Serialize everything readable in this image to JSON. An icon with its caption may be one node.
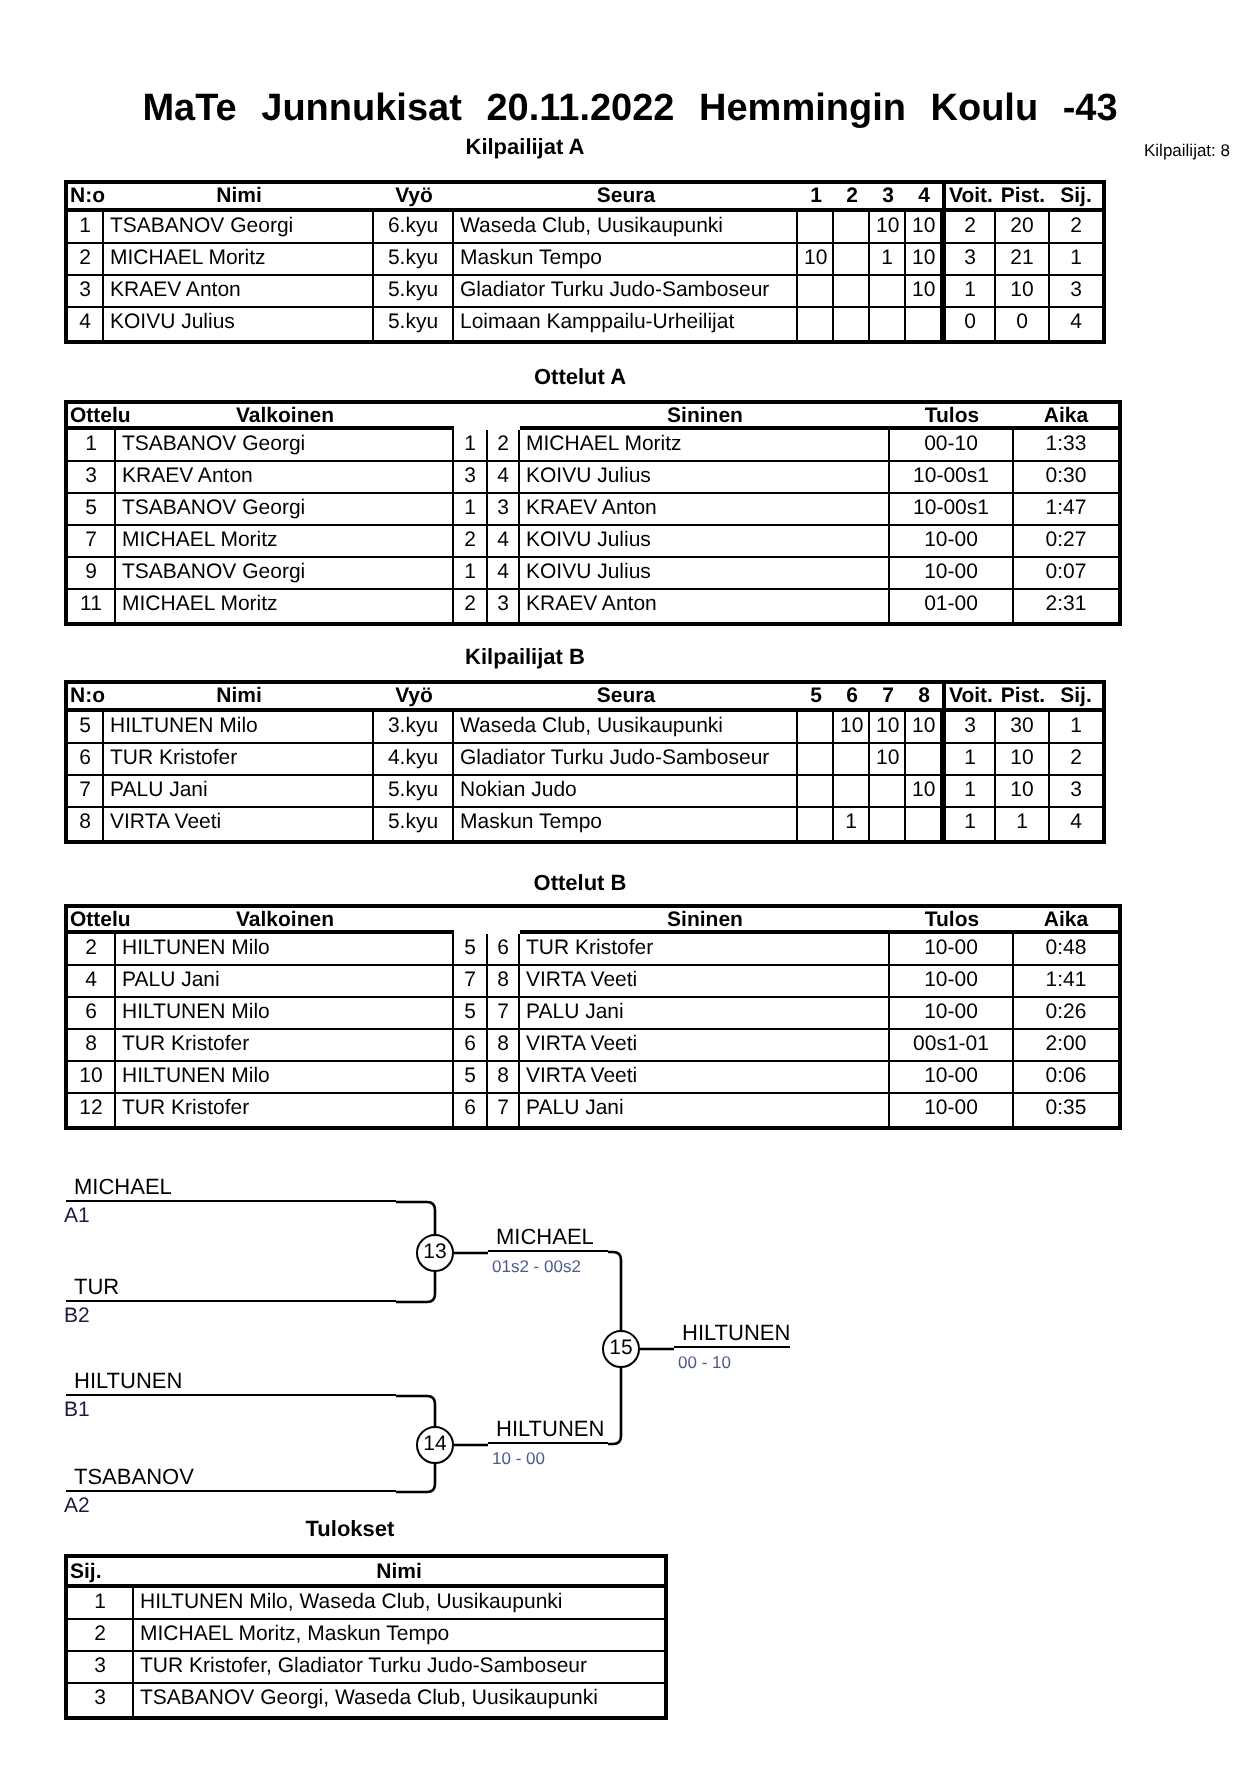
{
  "diagram": {
    "title": "MaTe Junnukisat 20.11.2022 Hemmingin Koulu -43",
    "nodes": [
      {
        "text": [
          "MICHAEL"
        ],
        "beside": [
          "A1"
        ]
      },
      {
        "text": [
          "TUR"
        ],
        "beside": [
          "B2"
        ]
      },
      {
        "text": [
          "HILTUNEN"
        ],
        "beside": [
          "B1"
        ]
      },
      {
        "text": [
          "TSABANOV"
        ],
        "beside": [
          "A2"
        ]
      },
      {
        "text": [
          "13"
        ]
      },
      {
        "text": [
          "14"
        ]
      },
      {
        "text": [
          "MICHAEL"
        ],
        "beside": [
          "01s2 - 00s2"
        ]
      },
      {
        "text": [
          "HILTUNEN"
        ],
        "beside": [
          "10 - 00"
        ]
      },
      {
        "text": [
          "15"
        ]
      },
      {
        "text": [
          "HILTUNEN"
        ],
        "beside": [
          "00 - 10"
        ]
      }
    ],
    "edges": [
      {
        "from": 0,
        "to": 4,
        "arrow": "none"
      },
      {
        "from": 1,
        "to": 4,
        "arrow": "none"
      },
      {
        "from": 2,
        "to": 5,
        "arrow": "none"
      },
      {
        "from": 3,
        "to": 5,
        "arrow": "none"
      },
      {
        "from": 4,
        "to": 6,
        "arrow": "none"
      },
      {
        "from": 5,
        "to": 7,
        "arrow": "none"
      },
      {
        "from": 6,
        "to": 8,
        "arrow": "none"
      },
      {
        "from": 7,
        "to": 8,
        "arrow": "none"
      },
      {
        "from": 8,
        "to": 9,
        "arrow": "none"
      }
    ],
    "labels": [
      "Kilpailijat A",
      "Kilpailijat: 8",
      "N:o",
      "Nimi",
      "Vyö",
      "Seura",
      "1",
      "2",
      "3",
      "4",
      "Voit.",
      "Pist.",
      "Sij.",
      "1",
      "TSABANOV Georgi",
      "6.kyu",
      "Waseda Club, Uusikaupunki",
      "10",
      "10",
      "2",
      "20",
      "2",
      "2",
      "MICHAEL Moritz",
      "5.kyu",
      "Maskun Tempo",
      "10",
      "1",
      "10",
      "3",
      "21",
      "1",
      "3",
      "KRAEV Anton",
      "5.kyu",
      "Gladiator Turku Judo-Samboseur",
      "10",
      "1",
      "10",
      "3",
      "4",
      "KOIVU Julius",
      "5.kyu",
      "Loimaan Kamppailu-Urheilijat",
      "0",
      "0",
      "4",
      "Ottelut A",
      "Ottelu",
      "Valkoinen",
      "Sininen",
      "Tulos",
      "Aika",
      "1",
      "TSABANOV Georgi",
      "1",
      "2",
      "MICHAEL Moritz",
      "00-10",
      "1:33",
      "3",
      "KRAEV Anton",
      "3",
      "4",
      "KOIVU Julius",
      "10-00s1",
      "0:30",
      "5",
      "TSABANOV Georgi",
      "1",
      "3",
      "KRAEV Anton",
      "10-00s1",
      "1:47",
      "7",
      "MICHAEL Moritz",
      "2",
      "4",
      "KOIVU Julius",
      "10-00",
      "0:27",
      "9",
      "TSABANOV Georgi",
      "1",
      "4",
      "KOIVU Julius",
      "10-00",
      "0:07",
      "11",
      "MICHAEL Moritz",
      "2",
      "3",
      "KRAEV Anton",
      "01-00",
      "2:31",
      "Kilpailijat B",
      "N:o",
      "Nimi",
      "Vyö",
      "Seura",
      "5",
      "6",
      "7",
      "8",
      "Voit.",
      "Pist.",
      "Sij.",
      "5",
      "HILTUNEN Milo",
      "3.kyu",
      "Waseda Club, Uusikaupunki",
      "10",
      "10",
      "10",
      "3",
      "30",
      "1",
      "6",
      "TUR Kristofer",
      "4.kyu",
      "Gladiator Turku Judo-Samboseur",
      "10",
      "1",
      "10",
      "2",
      "7",
      "PALU Jani",
      "5.kyu",
      "Nokian Judo",
      "10",
      "1",
      "10",
      "3",
      "8",
      "VIRTA Veeti",
      "5.kyu",
      "Maskun Tempo",
      "1",
      "1",
      "1",
      "4",
      "Ottelut B",
      "Ottelu",
      "Valkoinen",
      "Sininen",
      "Tulos",
      "Aika",
      "2",
      "HILTUNEN Milo",
      "5",
      "6",
      "TUR Kristofer",
      "10-00",
      "0:48",
      "4",
      "PALU Jani",
      "7",
      "8",
      "VIRTA Veeti",
      "10-00",
      "1:41",
      "6",
      "HILTUNEN Milo",
      "5",
      "7",
      "PALU Jani",
      "10-00",
      "0:26",
      "8",
      "TUR Kristofer",
      "6",
      "8",
      "VIRTA Veeti",
      "00s1-01",
      "2:00",
      "10",
      "HILTUNEN Milo",
      "5",
      "8",
      "VIRTA Veeti",
      "10-00",
      "0:06",
      "12",
      "TUR Kristofer",
      "6",
      "7",
      "PALU Jani",
      "10-00",
      "0:35",
      "Tulokset",
      "Sij.",
      "Nimi",
      "1",
      "HILTUNEN Milo, Waseda Club, Uusikaupunki",
      "2",
      "MICHAEL Moritz, Maskun Tempo",
      "3",
      "TUR Kristofer, Gladiator Turku Judo-Samboseur",
      "3",
      "TSABANOV Georgi, Waseda Club, Uusikaupunki"
    ]
  }
}
